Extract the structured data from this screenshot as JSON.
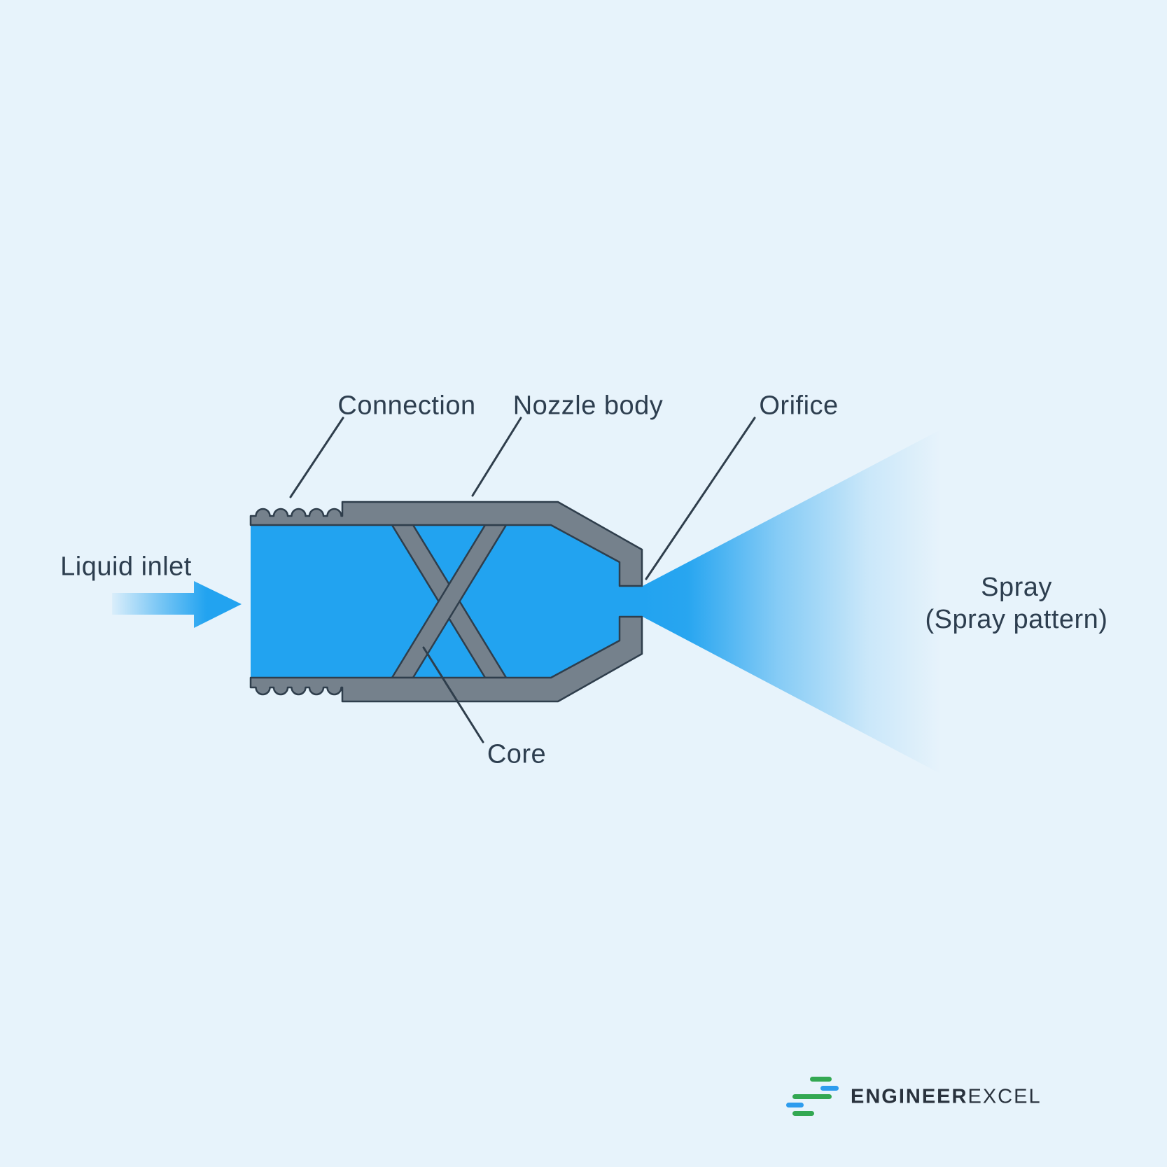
{
  "title": "Spray nozzle cross-section diagram",
  "colors": {
    "background": "#E7F3FB",
    "liquid_blue": "#22A3F0",
    "body_gray": "#75818C",
    "outline": "#2F3E4C",
    "label_text": "#2D3E4F",
    "logo_green": "#33A852",
    "logo_blue": "#2D9CEE",
    "logo_text": "#29323D"
  },
  "labels": {
    "connection": "Connection",
    "nozzle_body": "Nozzle body",
    "orifice": "Orifice",
    "liquid_inlet": "Liquid inlet",
    "core": "Core",
    "spray_line1": "Spray",
    "spray_line2": "(Spray pattern)"
  },
  "logo": {
    "bold": "ENGINEER",
    "regular": "EXCEL"
  }
}
